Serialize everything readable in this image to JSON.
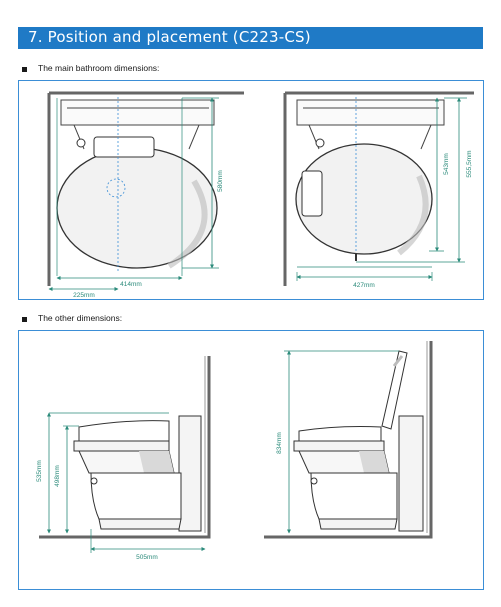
{
  "section": {
    "title": "7. Position and placement (C223-CS)",
    "accent_color": "#1f7ac6"
  },
  "main_dims": {
    "label": "The main bathroom dimensions:",
    "left": {
      "width_label": "414mm",
      "offset_label": "225mm",
      "depth_label": "580mm"
    },
    "right": {
      "width_label": "427mm",
      "depth_a_label": "543mm",
      "depth_b_label": "555,5mm"
    }
  },
  "other_dims": {
    "label": "The other dimensions:",
    "left": {
      "height_a_label": "535mm",
      "height_b_label": "498mm",
      "depth_label": "505mm"
    },
    "right": {
      "height_label": "834mm"
    }
  }
}
